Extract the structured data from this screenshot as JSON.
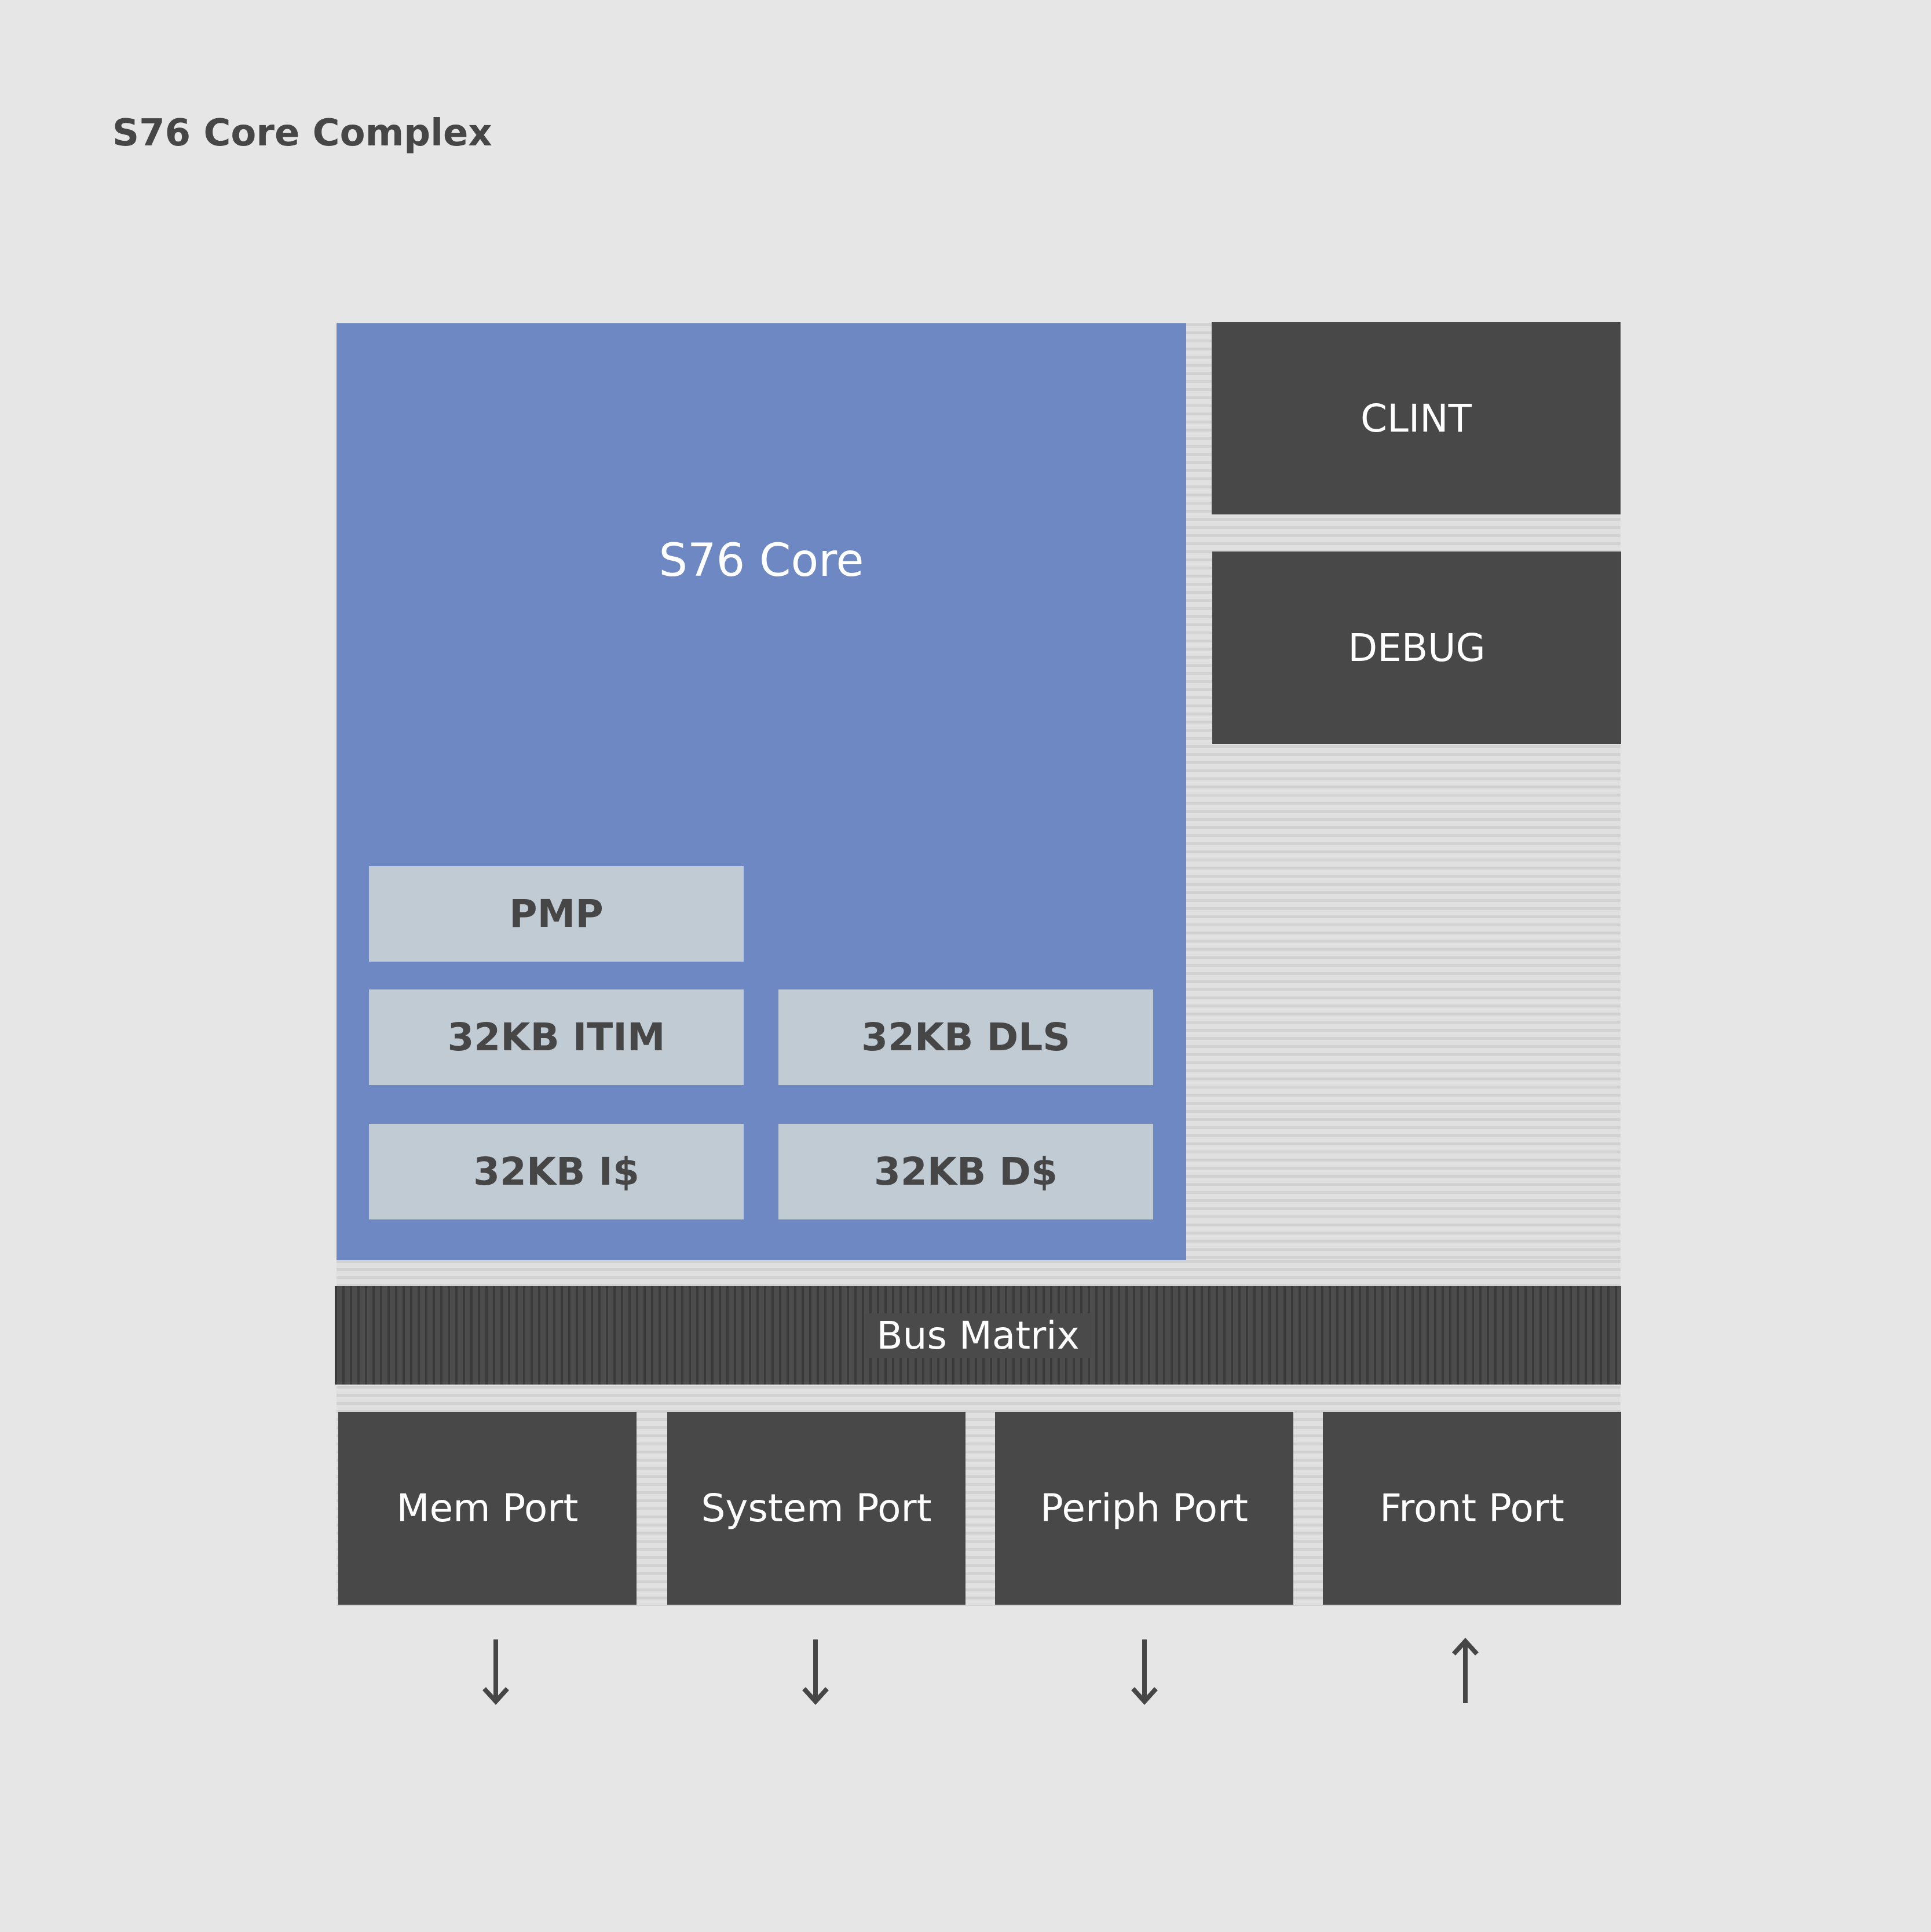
{
  "title": "S76 Core Complex",
  "core": {
    "label": "S76 Core",
    "blocks": {
      "pmp": "PMP",
      "itim": "32KB ITIM",
      "dls": "32KB DLS",
      "icache": "32KB I$",
      "dcache": "32KB D$"
    }
  },
  "side_blocks": {
    "clint": "CLINT",
    "debug": "DEBUG"
  },
  "bus": "Bus Matrix",
  "ports": [
    {
      "label": "Mem Port",
      "direction": "down"
    },
    {
      "label": "System Port",
      "direction": "down"
    },
    {
      "label": "Periph Port",
      "direction": "down"
    },
    {
      "label": "Front Port",
      "direction": "up"
    }
  ],
  "colors": {
    "background": "#e6e6e6",
    "core": "#6e88c3",
    "dark_block": "#484848",
    "light_block": "#c0cbd4",
    "text_dark": "#464646"
  }
}
